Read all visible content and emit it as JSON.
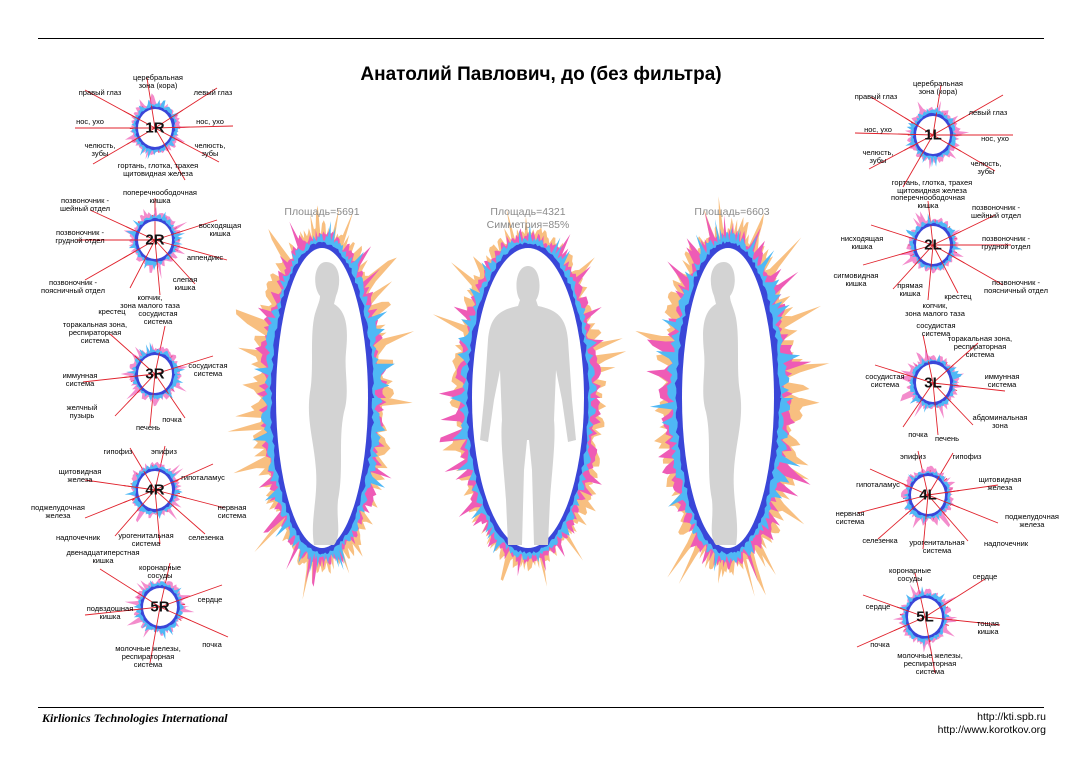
{
  "title": "Анатолий Павлович, до (без фильтра)",
  "colors": {
    "red_line": "#e0212b",
    "outer_glow": "#f7b46a",
    "mid_glow": "#ee5bb6",
    "inner_glow": "#4fb8f5",
    "deep_blue": "#3a46d8",
    "silhouette": "#d3d3d3"
  },
  "bodies": [
    {
      "area": "Площадь=5691",
      "symmetry": ""
    },
    {
      "area": "Площадь=4321",
      "symmetry": "Симметрия=85%"
    },
    {
      "area": "Площадь=6603",
      "symmetry": ""
    }
  ],
  "fingers": {
    "r1": {
      "code": "1R",
      "labels": [
        "правый глаз",
        "церебральная\nзона (кора)",
        "левый глаз",
        "нос, ухо",
        "нос, ухо",
        "челюсть,\nзубы",
        "челюсть,\nзубы",
        "гортань, глотка, трахея\nщитовидная железа"
      ]
    },
    "r2": {
      "code": "2R",
      "labels": [
        "поперечноободочная\nкишка",
        "позвоночник -\nшейный отдел",
        "восходящая\nкишка",
        "позвоночник -\nгрудной отдел",
        "аппендикс",
        "позвоночник -\nпоясничный отдел",
        "слепая\nкишка",
        "копчик,\nзона малого таза",
        "крестец"
      ]
    },
    "r3": {
      "code": "3R",
      "labels": [
        "торакальная зона,\nреспираторная\nсистема",
        "сосудистая\nсистема",
        "сосудистая\nсистема",
        "иммунная\nсистема",
        "желчный\nпузырь",
        "почка",
        "печень"
      ]
    },
    "r4": {
      "code": "4R",
      "labels": [
        "гипофиз",
        "эпифиз",
        "гипоталамус",
        "щитовидная\nжелеза",
        "нервная\nсистема",
        "поджелудочная\nжелеза",
        "селезенка",
        "надпочечник",
        "урогенитальная\nсистема"
      ]
    },
    "r5": {
      "code": "5R",
      "labels": [
        "двенадцатиперстная\nкишка",
        "коронарные\nсосуды",
        "сердце",
        "подвздошная\nкишка",
        "почка",
        "молочные железы,\nреспираторная\nсистема"
      ]
    },
    "l1": {
      "code": "1L",
      "labels": [
        "правый глаз",
        "церебральная\nзона (кора)",
        "левый глаз",
        "нос, ухо",
        "нос, ухо",
        "челюсть,\nзубы",
        "челюсть,\nзубы",
        "гортань, глотка, трахея\nщитовидная железа"
      ]
    },
    "l2": {
      "code": "2L",
      "labels": [
        "поперечноободочная\nкишка",
        "позвоночник -\nшейный отдел",
        "нисходящая\nкишка",
        "позвоночник -\nгрудной отдел",
        "сигмовидная\nкишка",
        "позвоночник -\nпоясничный отдел",
        "прямая\nкишка",
        "крестец",
        "копчик,\nзона малого таза"
      ]
    },
    "l3": {
      "code": "3L",
      "labels": [
        "сосудистая\nсистема",
        "торакальная зона,\nреспираторная\nсистема",
        "сосудистая\nсистема",
        "иммунная\nсистема",
        "абдоминальная\nзона",
        "почка",
        "печень"
      ]
    },
    "l4": {
      "code": "4L",
      "labels": [
        "эпифиз",
        "гипофиз",
        "гипоталамус",
        "щитовидная\nжелеза",
        "поджелудочная\nжелеза",
        "нервная\nсистема",
        "селезенка",
        "урогенитальная\nсистема",
        "надпочечник"
      ]
    },
    "l5": {
      "code": "5L",
      "labels": [
        "коронарные\nсосуды",
        "сердце",
        "сердце",
        "тощая\nкишка",
        "почка",
        "молочные железы,\nреспираторная\nсистема"
      ]
    }
  },
  "footer": {
    "brand": "Kirlionics Technologies International",
    "url1": "http://kti.spb.ru",
    "url2": "http://www.korotkov.org"
  }
}
